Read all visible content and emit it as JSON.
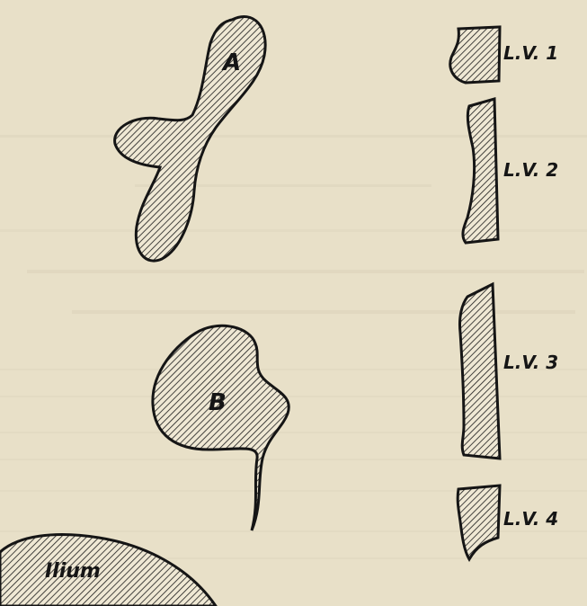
{
  "figure": {
    "labels": {
      "shape_a": "A",
      "shape_b": "B",
      "ilium": "Ilium",
      "lv1": "L.V. 1",
      "lv2": "L.V. 2",
      "lv3": "L.V. 3",
      "lv4": "L.V. 4"
    },
    "colors": {
      "paper": "#e8e0c8",
      "ink": "#151515"
    }
  }
}
